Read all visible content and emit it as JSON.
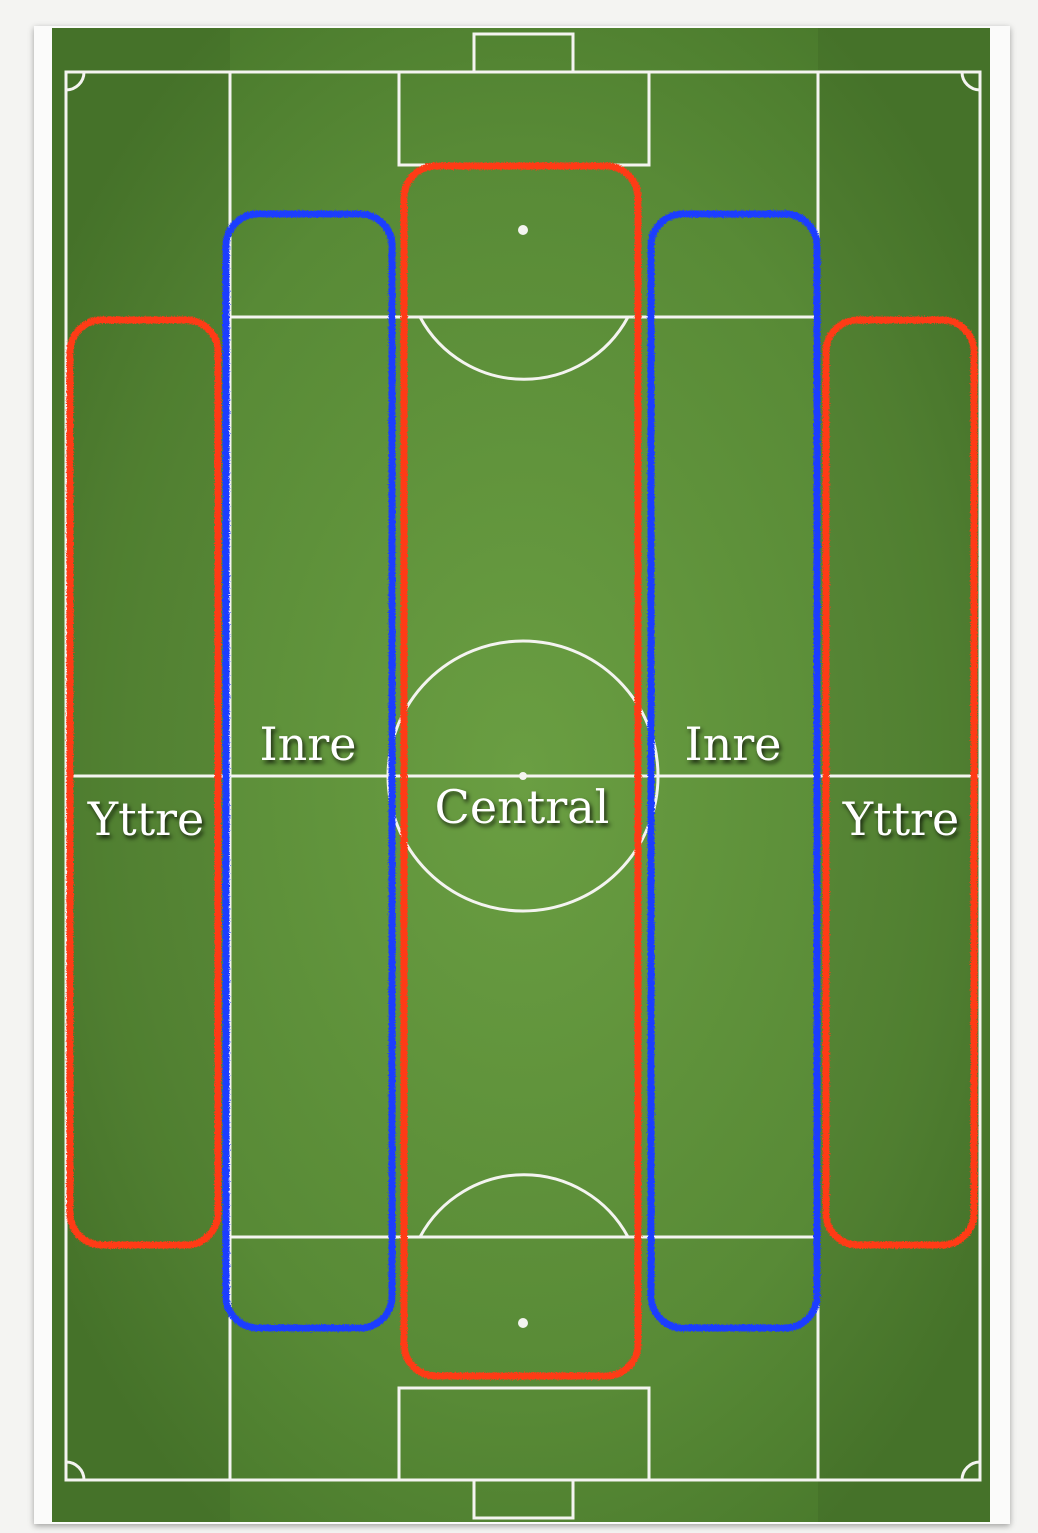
{
  "colors": {
    "grass_light": "#6a9e42",
    "grass_dark": "#4a7a2c",
    "line": "#f4f4f0",
    "outer_zone": "#ff3a12",
    "inner_zone": "#1a3cff"
  },
  "zones": [
    {
      "id": "left-outer",
      "label": "Yttre",
      "kind": "outer"
    },
    {
      "id": "left-inner",
      "label": "Inre",
      "kind": "inner"
    },
    {
      "id": "central",
      "label": "Central",
      "kind": "outer"
    },
    {
      "id": "right-inner",
      "label": "Inre",
      "kind": "inner"
    },
    {
      "id": "right-outer",
      "label": "Yttre",
      "kind": "outer"
    }
  ]
}
